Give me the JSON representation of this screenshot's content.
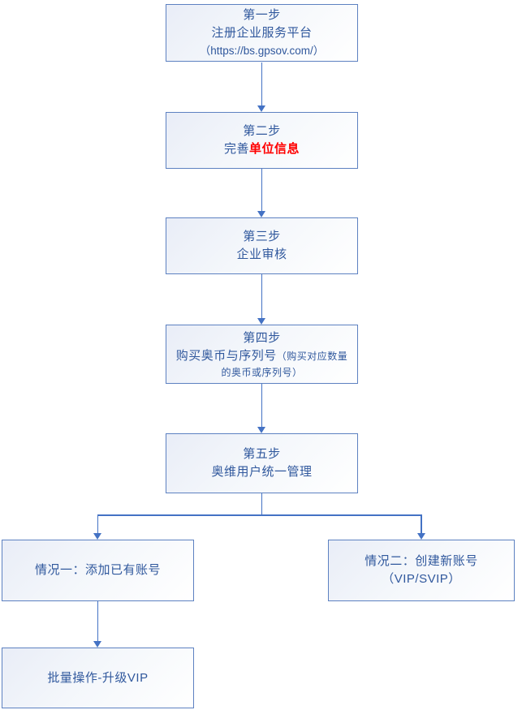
{
  "styles": {
    "border_color": "#5d81c1",
    "line_color": "#4472c4",
    "text_color": "#30589d",
    "highlight_color": "#ff0000",
    "fill_top": "#e9edf7",
    "fill_bottom": "#ffffff"
  },
  "nodes": {
    "step1": {
      "line1": "第一步",
      "line2": "注册企业服务平台",
      "line3": "（https://bs.gpsov.com/）"
    },
    "step2": {
      "line1": "第二步",
      "line2_normal": "完善",
      "line2_highlight": "单位信息"
    },
    "step3": {
      "line1": "第三步",
      "line2": "企业审核"
    },
    "step4": {
      "line1": "第四步",
      "line2_main": "购买奥币与序列号",
      "line2_note": "（购买对应数量",
      "line3_note": "的奥币或序列号）"
    },
    "step5": {
      "line1": "第五步",
      "line2": "奥维用户统一管理"
    },
    "case1": {
      "line1": "情况一：添加已有账号"
    },
    "case2": {
      "line1": "情况二：创建新账号",
      "line2": "（VIP/SVIP）"
    },
    "batch": {
      "line1": "批量操作-升级VIP"
    }
  }
}
